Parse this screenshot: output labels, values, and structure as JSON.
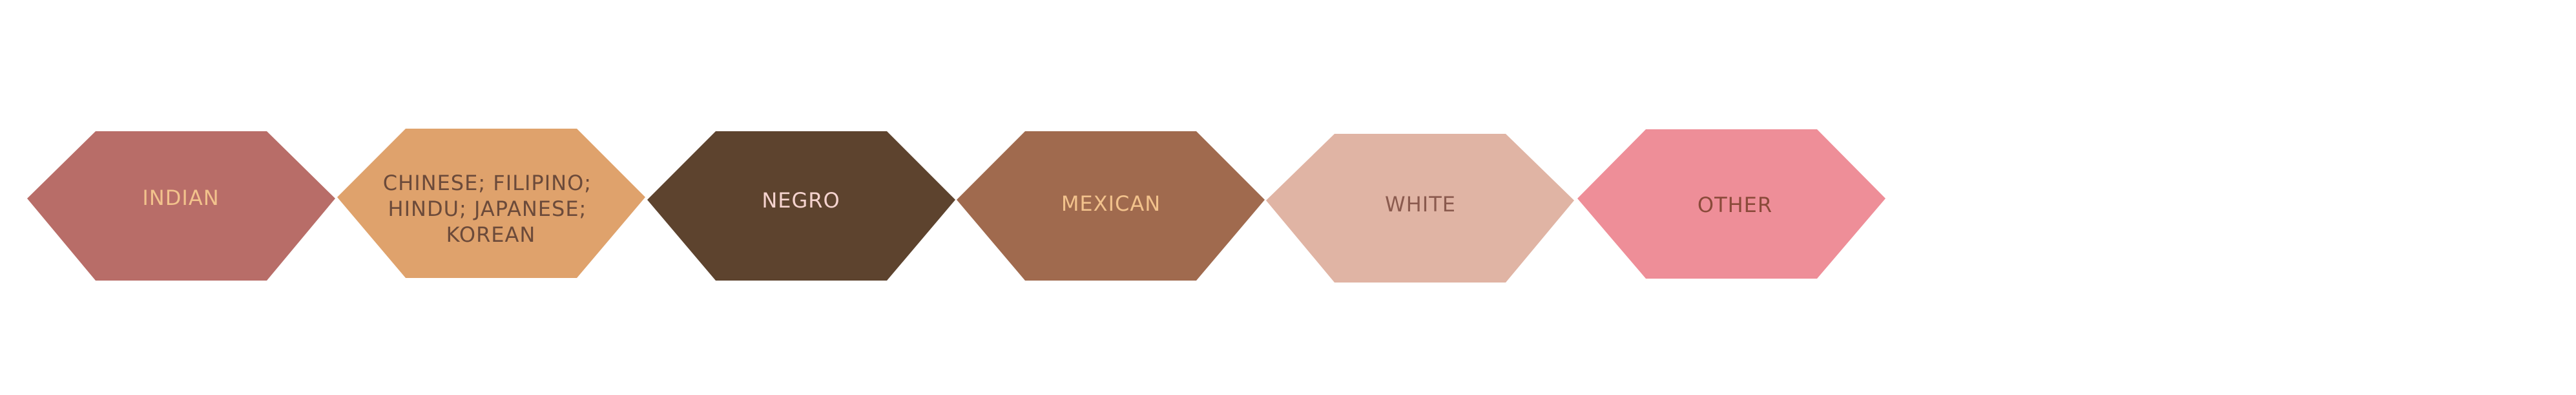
{
  "categories": [
    {
      "id": "indian",
      "label_lines": [
        "INDIAN"
      ],
      "fill": "#B86D68",
      "text_color": "#F2C28C"
    },
    {
      "id": "asian",
      "label_lines": [
        "CHINESE; FILIPINO;",
        "HINDU; JAPANESE;",
        "KOREAN"
      ],
      "fill": "#DFA26C",
      "text_color": "#6B4A3A"
    },
    {
      "id": "negro",
      "label_lines": [
        "NEGRO"
      ],
      "fill": "#5D432E",
      "text_color": "#F5D3CF"
    },
    {
      "id": "mexican",
      "label_lines": [
        "MEXICAN"
      ],
      "fill": "#A06A4E",
      "text_color": "#F2C28C"
    },
    {
      "id": "white",
      "label_lines": [
        "WHITE"
      ],
      "fill": "#E0B4A4",
      "text_color": "#8A5A4E"
    },
    {
      "id": "other",
      "label_lines": [
        "OTHER"
      ],
      "fill": "#EE8E98",
      "text_color": "#8A4A3A"
    }
  ]
}
